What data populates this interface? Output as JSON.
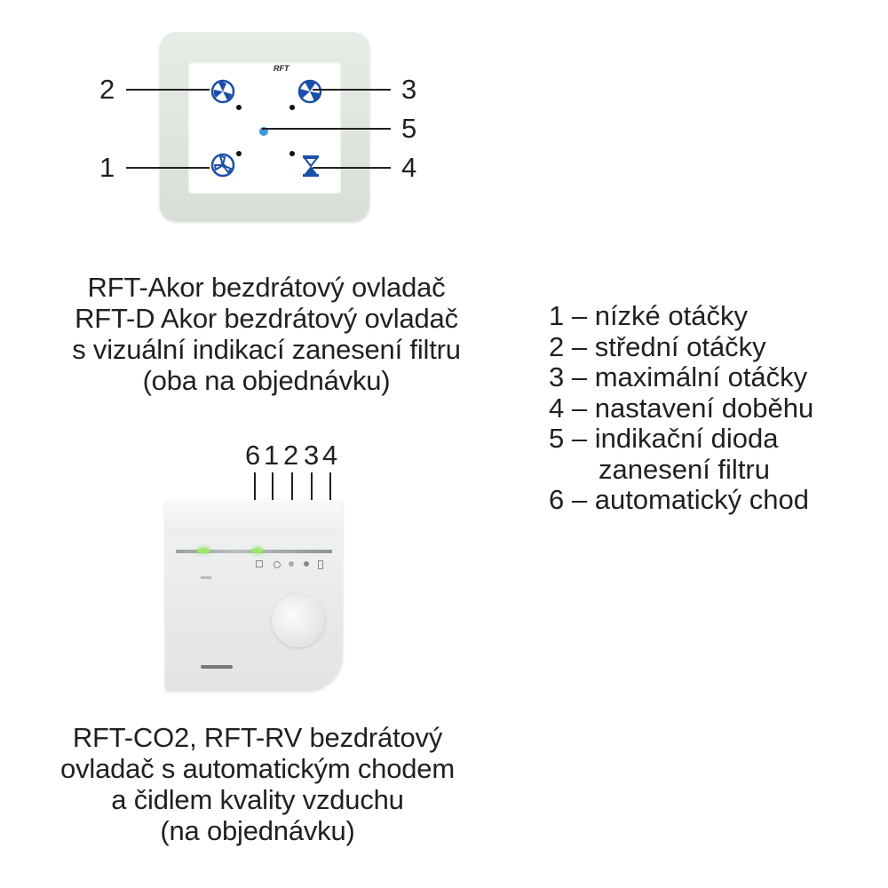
{
  "remote1": {
    "brand": "RFT",
    "callouts": [
      "1",
      "2",
      "3",
      "4",
      "5"
    ],
    "icons": {
      "button1": "fan-low-icon",
      "button2": "fan-medium-icon",
      "button3": "fan-max-icon",
      "button4": "hourglass-icon"
    },
    "led_color": "#3a9ad9",
    "caption": [
      "RFT-Akor bezdrátový ovladač",
      "RFT-D Akor bezdrátový ovladač",
      "s vizuální indikací zanesení filtru",
      "(oba na objednávku)"
    ]
  },
  "remote2": {
    "callouts": [
      "6",
      "1",
      "2",
      "3",
      "4"
    ],
    "led_color": "#7ed957",
    "caption": [
      "RFT-CO2, RFT-RV bezdrátový",
      "ovladač s automatickým chodem",
      "a čidlem kvality vzduchu",
      "(na objednávku)"
    ]
  },
  "legend": [
    "1 – nízké otáčky",
    "2 – střední otáčky",
    "3 – maximální otáčky",
    "4 – nastavení doběhu",
    "5 – indikační dioda",
    "zanesení filtru",
    "6 – automatický chod"
  ]
}
